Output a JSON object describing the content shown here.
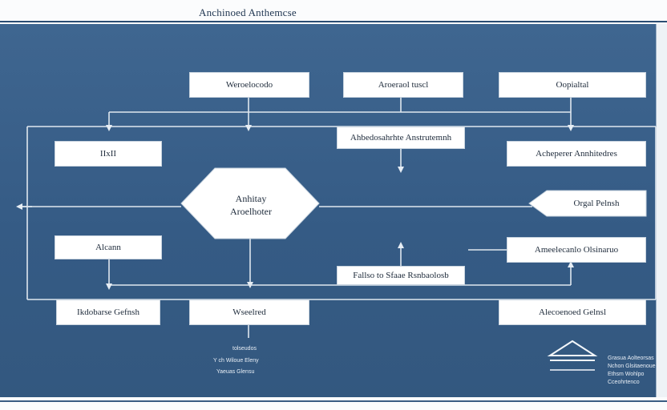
{
  "title": "Anchinoed Anthemcse",
  "boxes": {
    "top_left": "Weroelocodo",
    "top_mid": "Aroeraol tuscl",
    "top_right": "Oopialtal",
    "mid_center": "Ahbedosahrhte Anstrutemnh",
    "left_1": "IIxII",
    "right_1": "Acheperer Annhitedres",
    "right_2": "Orgal Pelnsh",
    "left_2": "Alcann",
    "right_3": "Ameelecanlo Olsinaruo",
    "mid_lower": "Fallso  to  Sfaae  Rsnbaolosb",
    "bottom_left": "Ikdobarse Gefnsh",
    "bottom_mid": "Wseelred",
    "bottom_right": "Alecoenoed Gelnsl"
  },
  "center": {
    "line1": "Anhitay",
    "line2": "Aroelhoter"
  },
  "footer_notes": {
    "n1": "tolseudos",
    "n2": "Y ch Wiloue Eleny",
    "n3": "Yaeuas  Glensu"
  },
  "logo_notes": {
    "l1": "Grasua Aolteorsas",
    "l2": "Nchon Glsitaenoue",
    "l3": "Ethsm Wohlpo",
    "l4": "Cceohrtenco"
  },
  "colors": {
    "board": "#3a618b",
    "line": "#dde6ef",
    "box": "#ffffff"
  }
}
